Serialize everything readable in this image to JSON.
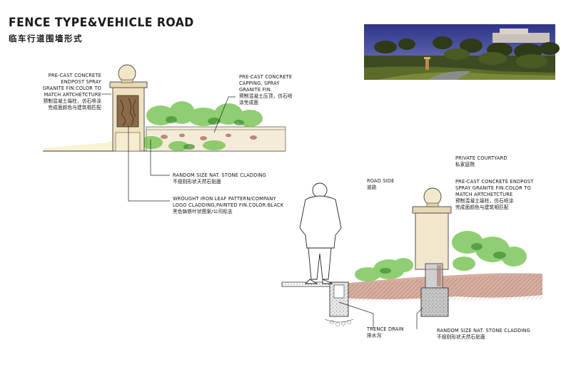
{
  "title": {
    "en": "FENCE TYPE&VEHICLE ROAD",
    "cn": "临车行道围墙形式"
  },
  "top_elevation": {
    "endpost_note": {
      "lines": [
        "PRE-CAST CONCRETE",
        "ENDPOST SPRAY",
        "GRANITE FIN.COLOR TO",
        "MATCH ARTCHETCTURE",
        "预制混凝土端柱，仿石喷涂",
        "完成面颜色与建筑相匹配"
      ]
    },
    "capping_note": {
      "lines": [
        "PRE-CAST CONCRETE",
        "CAPPING, SPRAY",
        "GRANITE FIN.",
        "预制混凝土压顶，仿石喷",
        "涂完成面"
      ]
    },
    "stone_note": {
      "lines": [
        "RANDOM SIZE NAT. STONE CLADDING",
        "不规则形状天然石贴面"
      ]
    },
    "iron_note": {
      "lines": [
        "WROUGHT IRON LEAF PATTERN/COMPANY",
        "LOGO CLADDING,PAINTED FIN.COLOR:BLACK",
        "黑色铸铁叶状图案/公司标志"
      ]
    }
  },
  "section": {
    "courtyard_note": {
      "lines": [
        "PRIVATE COURTYARD",
        "私家庭院"
      ]
    },
    "endpost_note": {
      "lines": [
        "PRE-CAST CONCRETE ENDPOST",
        "SPRAY GRANITE FIN.COLOR TO",
        "MATCH ARTCHETCTURE",
        "预制混凝土端柱，仿石喷涂",
        "完成面颜色与建筑相匹配"
      ]
    },
    "roadside_note": {
      "lines": [
        "ROAD SIDE",
        "道路"
      ]
    },
    "drain_note": {
      "lines": [
        "TRENCE DRAIN",
        "排水沟"
      ]
    },
    "stone_note": {
      "lines": [
        "RANDOM SIZE  NAT. STONE CLADDING",
        "不规则形状天然石贴面"
      ]
    }
  },
  "colors": {
    "foliage": "#6fbf4a",
    "foliage_dark": "#3f8f2e",
    "stone": "#e8dcc0",
    "soil": "#b06a5a",
    "ground": "#f2ead0",
    "photo_sky": "#3b3f8a"
  }
}
